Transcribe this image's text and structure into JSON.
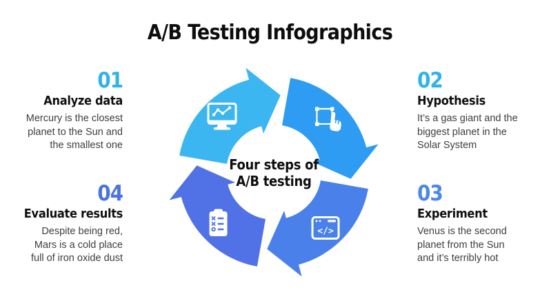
{
  "page": {
    "background": "#ffffff"
  },
  "title": "A/B Testing Infographics",
  "center_label": {
    "line1": "Four steps of",
    "line2": "A/B testing"
  },
  "steps": [
    {
      "number": "01",
      "title": "Analyze data",
      "description": "Mercury is the closest\nplanet to the Sun and\nthe smallest one",
      "number_color": "#2fb2ef"
    },
    {
      "number": "02",
      "title": "Hypothesis",
      "description": "It’s a gas giant and the\nbiggest planet in the\nSolar System",
      "number_color": "#2fb2ef"
    },
    {
      "number": "03",
      "title": "Experiment",
      "description": "Venus is the second\nplanet from the Sun\nand it’s terribly hot",
      "number_color": "#4c86ec"
    },
    {
      "number": "04",
      "title": "Evaluate results",
      "description": "Despite being red,\nMars is a cold place\nfull of iron oxide dust",
      "number_color": "#4b72e2"
    }
  ],
  "diagram": {
    "segments": [
      {
        "step": "01",
        "color": "#3bb6f1",
        "icon": "monitor-analytics-icon",
        "tip_angle": 5
      },
      {
        "step": "02",
        "color": "#2e9cf2",
        "icon": "hand-select-icon",
        "tip_angle": 95
      },
      {
        "step": "03",
        "color": "#4a80ea",
        "icon": "code-window-icon",
        "tip_angle": 185
      },
      {
        "step": "04",
        "color": "#5171e6",
        "icon": "clipboard-checklist-icon",
        "tip_angle": 275
      }
    ]
  }
}
